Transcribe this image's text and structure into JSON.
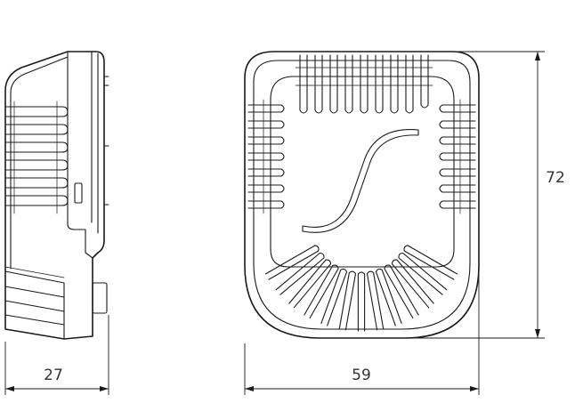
{
  "dimensions": {
    "side_depth": "27",
    "front_width": "59",
    "front_height": "72"
  }
}
